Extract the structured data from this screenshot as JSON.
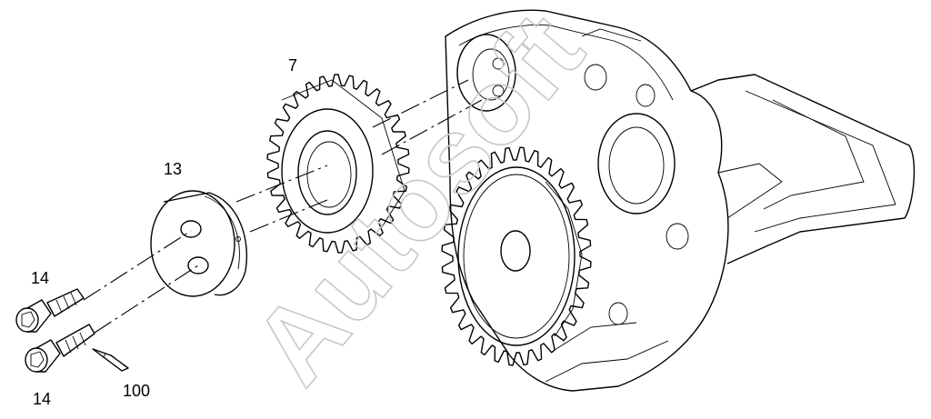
{
  "watermark": "Autosoft",
  "callouts": [
    {
      "id": "7",
      "label": "7"
    },
    {
      "id": "13",
      "label": "13"
    },
    {
      "id": "14a",
      "label": "14"
    },
    {
      "id": "14b",
      "label": "14"
    },
    {
      "id": "100",
      "label": "100"
    }
  ],
  "colors": {
    "line": "#000000",
    "watermark": "#c8c8c8",
    "background": "#ffffff"
  }
}
